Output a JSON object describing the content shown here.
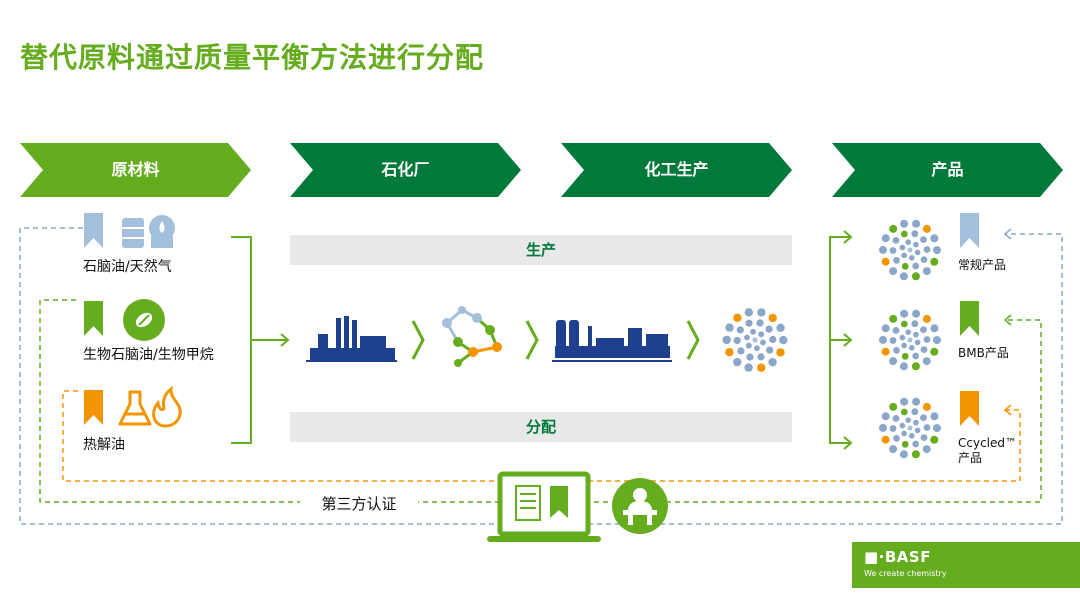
{
  "title": "替代原料通过质量平衡方法进行分配",
  "stages": [
    "原材料",
    "石化厂",
    "化工生产",
    "产品"
  ],
  "bands": {
    "top": "生产",
    "bottom": "分配"
  },
  "feedstocks": [
    "石脑油/天然气",
    "生物石脑油/生物甲烷",
    "热解油"
  ],
  "products": [
    "常规产品",
    "BMB产品",
    "Ccycled™",
    "产品"
  ],
  "certification": "第三方认证",
  "brand": {
    "logo": "■·BASF",
    "tagline": "We create chemistry"
  },
  "colors": {
    "green_light": "#65ac1e",
    "green_dark": "#00793a",
    "blue_grey": "#8aa6c8",
    "navy": "#1f3f8f",
    "orange": "#f39500",
    "light_blue": "#a3bfdc"
  }
}
